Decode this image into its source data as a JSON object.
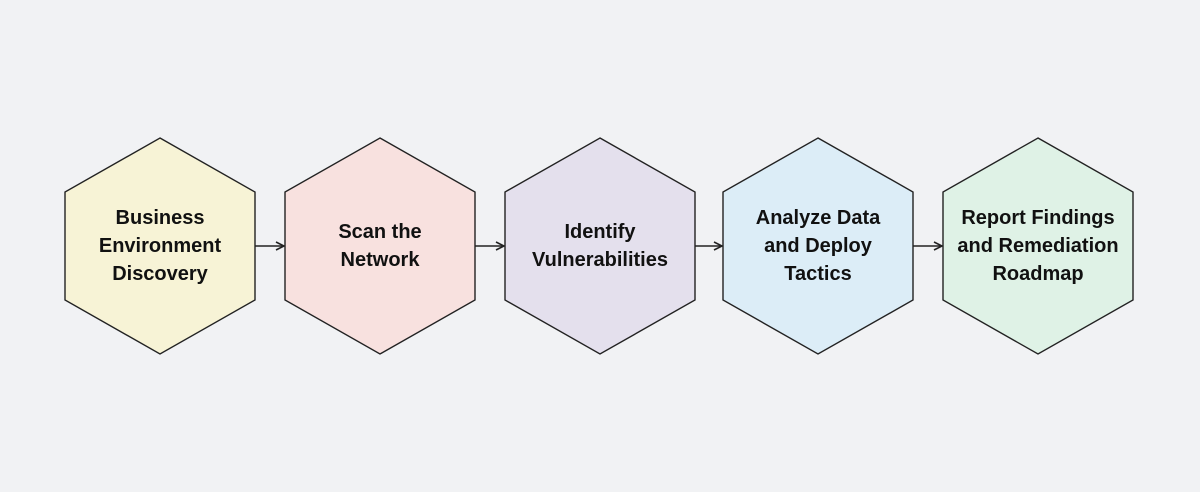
{
  "steps": [
    {
      "lines": [
        "Business",
        "Environment",
        "Discovery"
      ],
      "fill": "#f7f3d6"
    },
    {
      "lines": [
        "Scan the",
        "Network"
      ],
      "fill": "#f8e1df"
    },
    {
      "lines": [
        "Identify",
        "Vulnerabilities"
      ],
      "fill": "#e4e0ed"
    },
    {
      "lines": [
        "Analyze Data",
        "and Deploy",
        "Tactics"
      ],
      "fill": "#dcedf7"
    },
    {
      "lines": [
        "Report Findings",
        "and Remediation",
        "Roadmap"
      ],
      "fill": "#dff2e6"
    }
  ],
  "colors": {
    "background": "#f1f2f4",
    "stroke": "#222222",
    "text": "#111111"
  }
}
